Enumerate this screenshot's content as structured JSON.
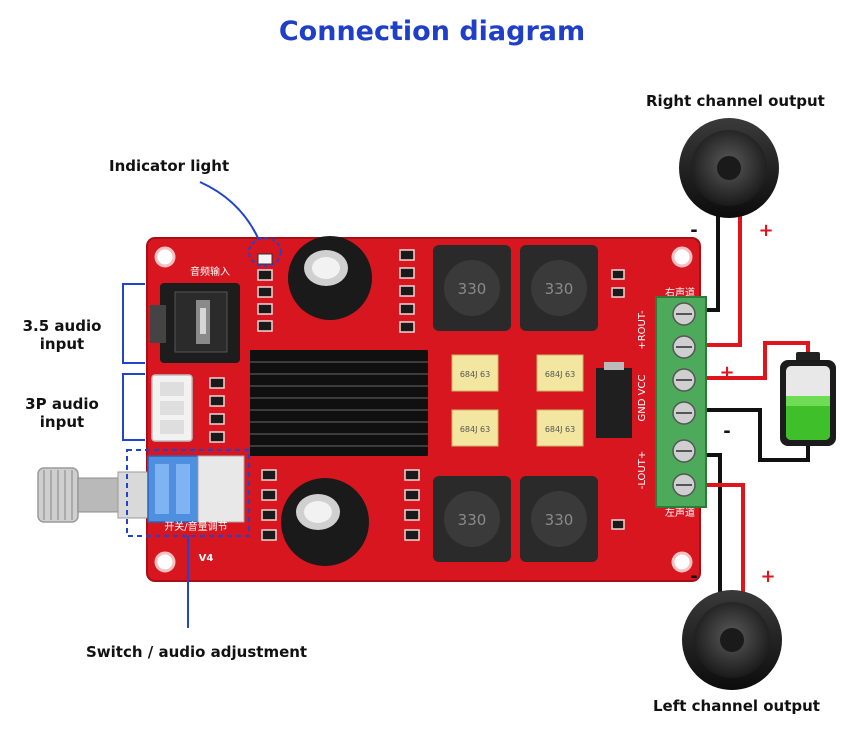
{
  "title": "Connection diagram",
  "labels": {
    "indicator_light": "Indicator light",
    "audio_35_line1": "3.5 audio",
    "audio_35_line2": "input",
    "audio_3p_line1": "3P audio",
    "audio_3p_line2": "input",
    "switch_adjust": "Switch / audio adjustment",
    "right_output": "Right channel output",
    "left_output": "Left channel output"
  },
  "board": {
    "silk_input": "音频输入",
    "silk_switch": "开关/音量调节",
    "silk_version": "V4",
    "silk_right": "右声道",
    "silk_left": "左声道",
    "terminal_right": "+ROUT-",
    "terminal_power": "GND VCC",
    "terminal_left": "-LOUT+",
    "inductor_top_left": "330",
    "inductor_top_right": "330",
    "inductor_bottom_left": "330",
    "inductor_bottom_right": "330",
    "cap_1": "684J 63",
    "cap_2": "684J 63",
    "cap_3": "684J 63",
    "cap_4": "684J 63"
  },
  "wiring": {
    "right_minus": "-",
    "right_plus": "+",
    "battery_plus": "+",
    "battery_minus": "-",
    "left_minus": "-",
    "left_plus": "+"
  },
  "colors": {
    "title": "#1f3fc8",
    "board": "#d8161f",
    "terminal": "#4caa5a",
    "callout": "#2244cc",
    "wire_red": "#e0141c",
    "wire_black": "#111111",
    "battery_green": "#3fbf2a"
  }
}
